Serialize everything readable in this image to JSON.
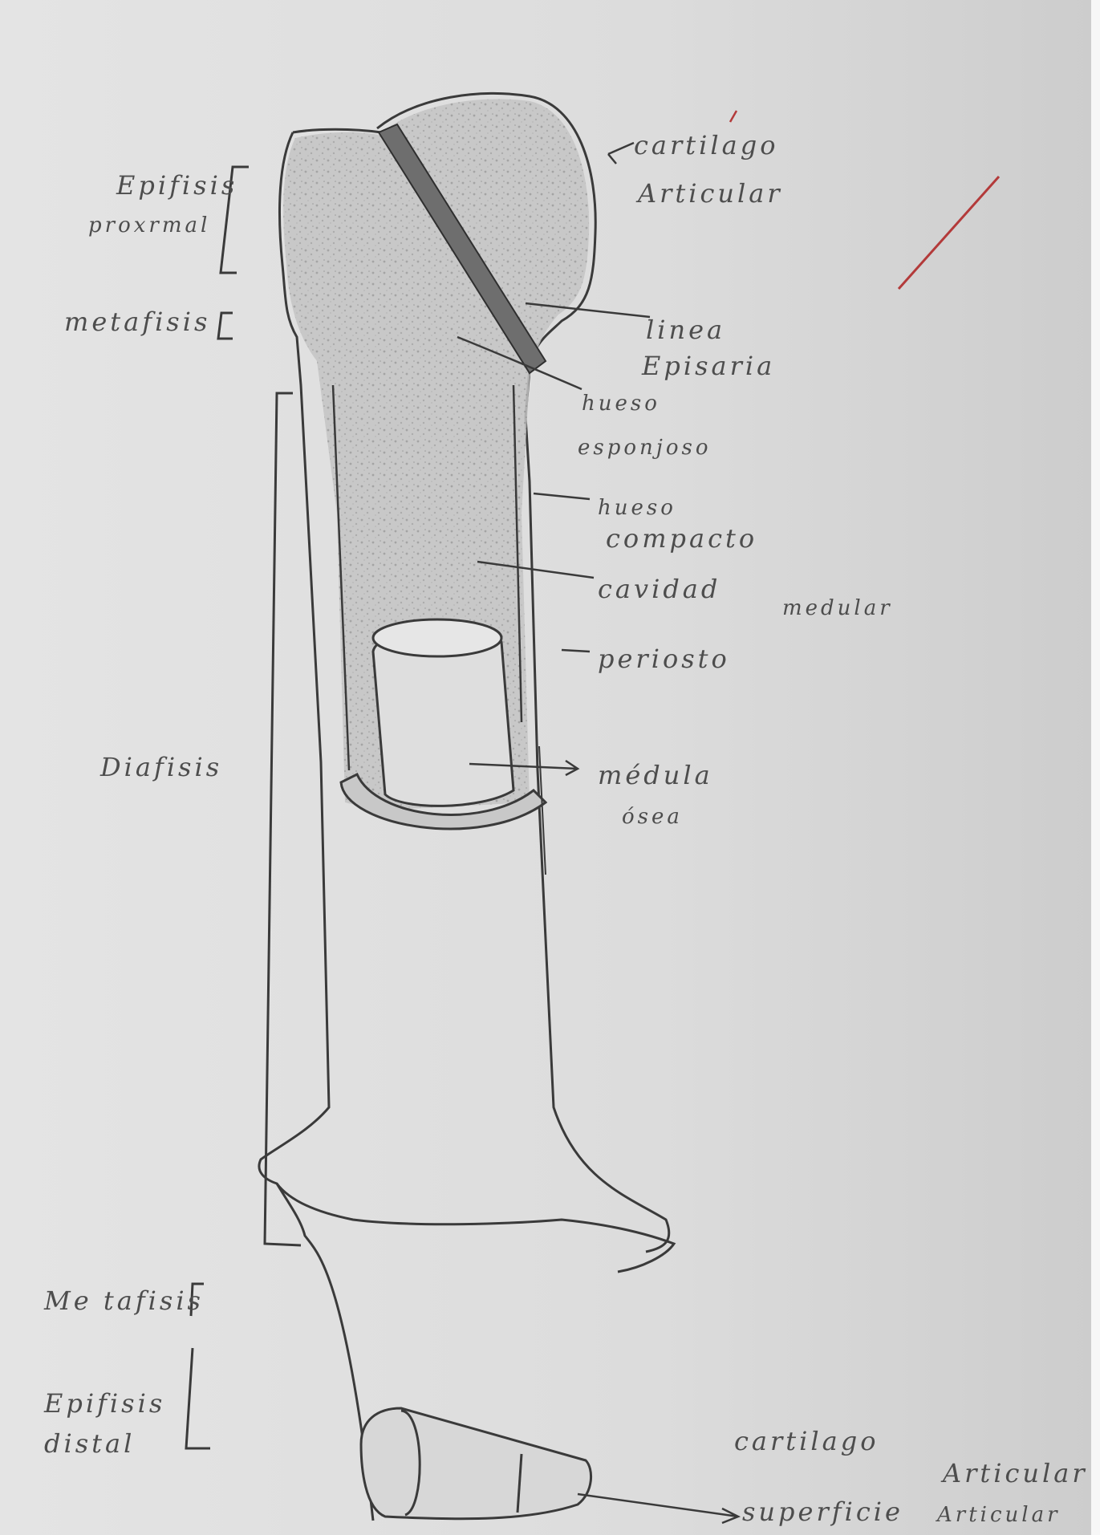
{
  "diagram": {
    "bracket_labels": {
      "epifisis_proximal_1": "Epifisis",
      "epifisis_proximal_2": "proxrmal",
      "metafisis_top": "metafisis",
      "diafisis": "Diafisis",
      "metafisis_bottom": "Me tafisis",
      "epifisis_distal_1": "Epifisis",
      "epifisis_distal_2": "distal"
    },
    "callouts": {
      "cartilago_1": "cartilago",
      "cartilago_2": "Articular",
      "linea_1": "linea",
      "linea_2": "Episaria",
      "hueso_esponjoso_1": "hueso",
      "hueso_esponjoso_2": "esponjoso",
      "hueso_compacto_1": "hueso",
      "hueso_compacto_2": "compacto",
      "cavidad": "cavidad",
      "medular": "medular",
      "periosto": "periosto",
      "medula_1": "médula",
      "medula_2": "ósea",
      "cartilago_bottom_1": "cartilago",
      "cartilago_bottom_2": "Articular",
      "superficie_1": "superficie",
      "superficie_2": "Articular"
    }
  }
}
